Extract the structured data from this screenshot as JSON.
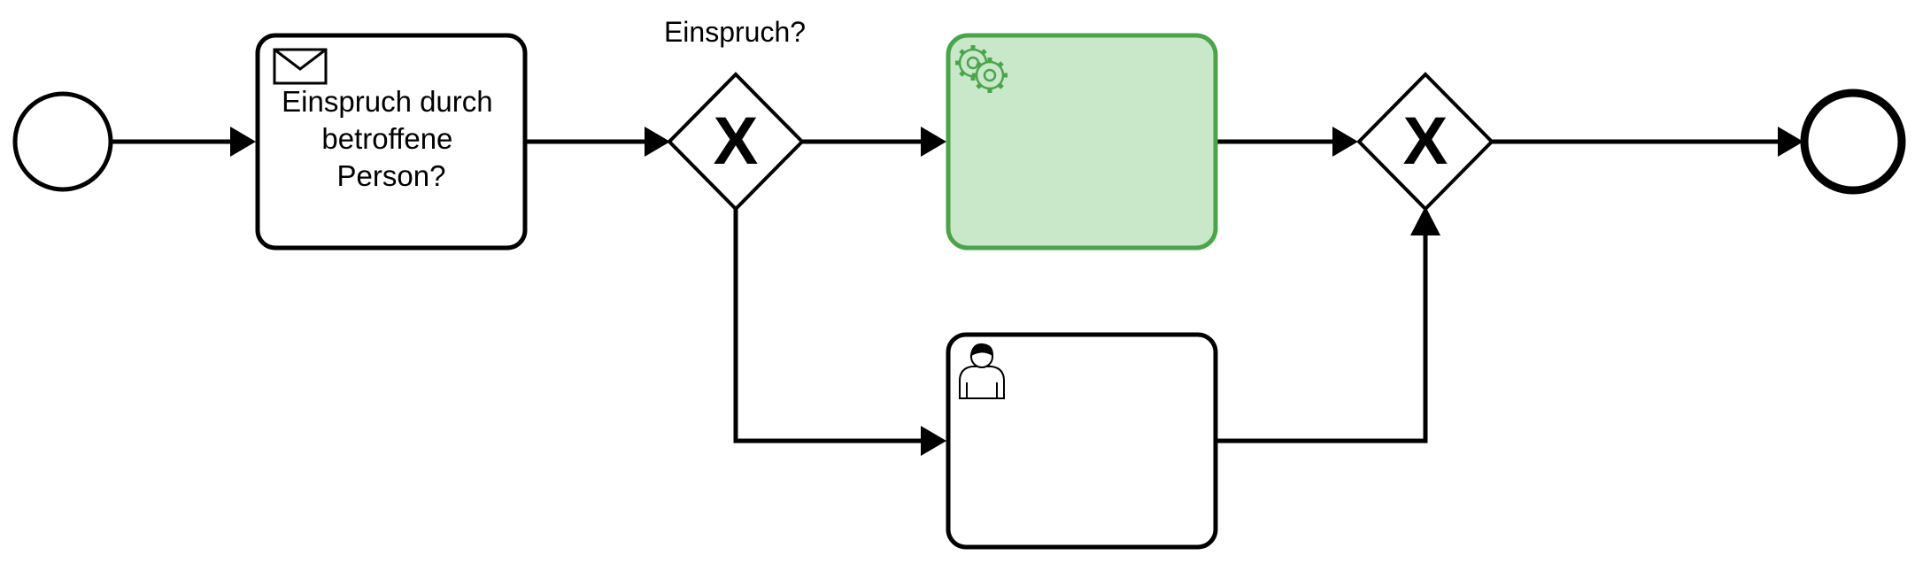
{
  "diagram": {
    "gateway_label": "Einspruch?",
    "receive_task": {
      "lines": [
        "Einspruch durch",
        "betroffene",
        "Person?"
      ],
      "icon": "envelope-icon"
    },
    "service_task": {
      "label": "",
      "icon": "gears-icon",
      "highlight": "#c9e8c9",
      "accent": "#4aa54a"
    },
    "user_task": {
      "label": "",
      "icon": "user-icon"
    },
    "split_gateway": {
      "marker": "X"
    },
    "join_gateway": {
      "marker": "X"
    }
  },
  "colors": {
    "stroke": "#000000",
    "background": "#ffffff"
  }
}
